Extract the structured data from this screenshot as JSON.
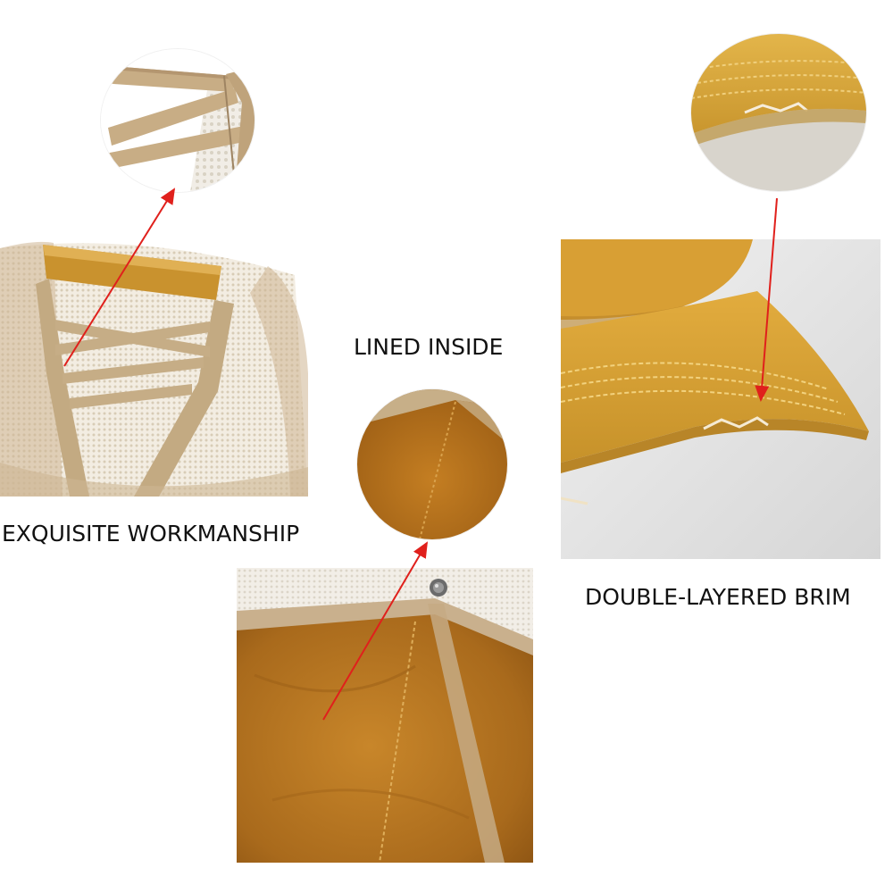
{
  "labels": {
    "workmanship": "EXQUISITE WORKMANSHIP",
    "lined": "LINED INSIDE",
    "brim": "DOUBLE-LAYERED BRIM"
  },
  "colors": {
    "arrow": "#e0201c",
    "mesh": "#e7ddc9",
    "khaki": "#c9b08a",
    "mustard": "#d9a83a",
    "lining": "#b8761e"
  }
}
